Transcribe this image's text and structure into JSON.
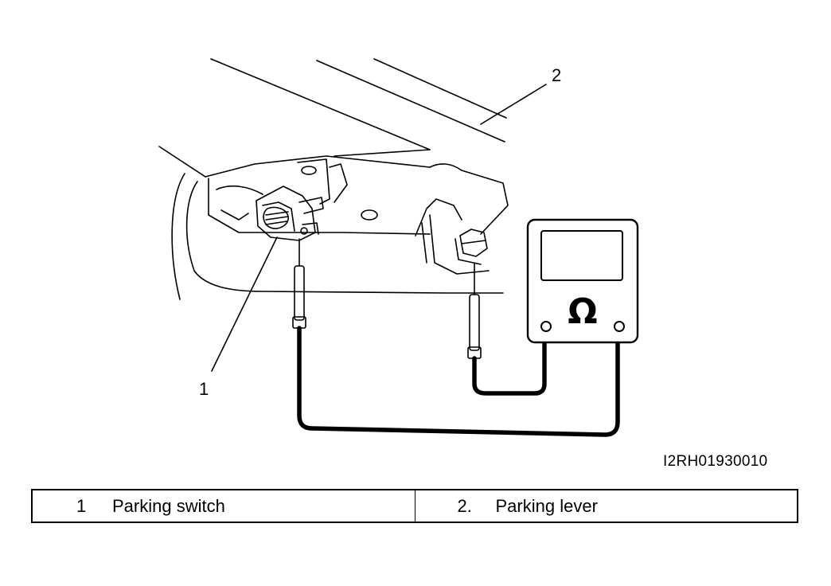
{
  "figure": {
    "callouts": {
      "c1": "1",
      "c2": "2"
    },
    "meter_symbol": "Ω",
    "figure_id": "I2RH01930010"
  },
  "legend": {
    "items": [
      {
        "number": "1",
        "label": "Parking switch"
      },
      {
        "number": "2.",
        "label": "Parking lever"
      }
    ]
  }
}
